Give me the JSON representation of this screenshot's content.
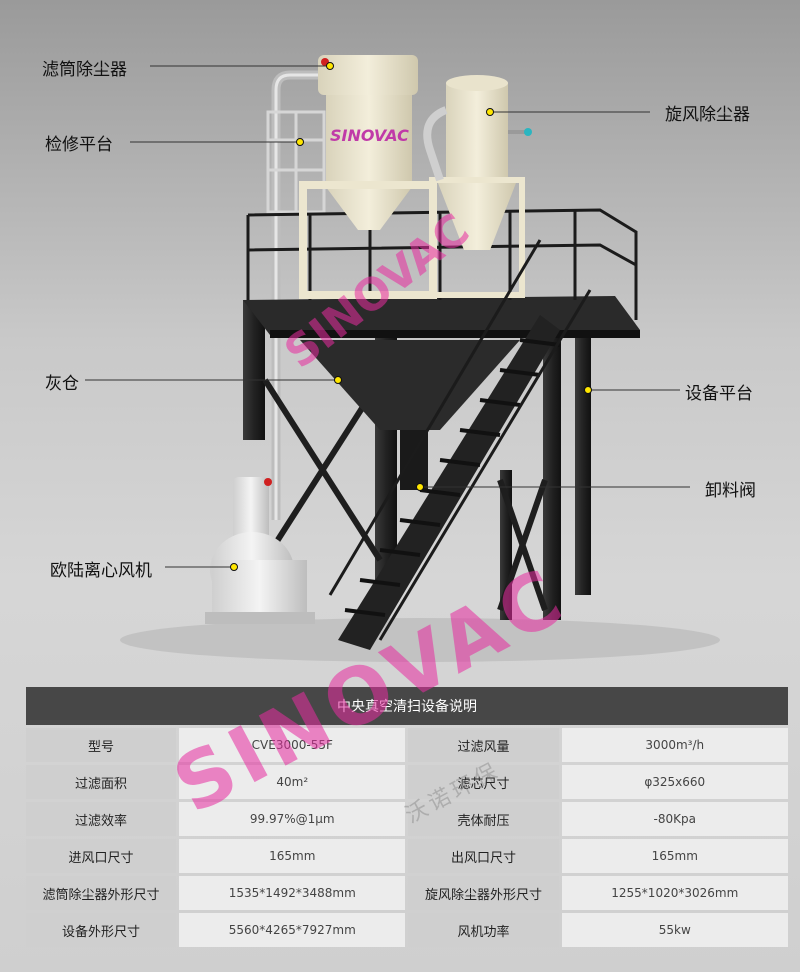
{
  "watermark": {
    "brand": "SINOVAC",
    "cn": "沃诺环保"
  },
  "equipment_brand": "SINOVAC",
  "callouts": {
    "cartridge_collector": "滤筒除尘器",
    "service_platform": "检修平台",
    "cyclone_collector": "旋风除尘器",
    "ash_hopper": "灰仓",
    "equipment_platform": "设备平台",
    "discharge_valve": "卸料阀",
    "centrifugal_fan": "欧陆离心风机"
  },
  "table": {
    "title": "中央真空清扫设备说明",
    "rows": [
      {
        "label1": "型号",
        "value1": "CVE3000-55F",
        "label2": "过滤风量",
        "value2": "3000m³/h"
      },
      {
        "label1": "过滤面积",
        "value1": "40m²",
        "label2": "滤芯尺寸",
        "value2": "φ325x660"
      },
      {
        "label1": "过滤效率",
        "value1": "99.97%@1μm",
        "label2": "壳体耐压",
        "value2": "-80Kpa"
      },
      {
        "label1": "进风口尺寸",
        "value1": "165mm",
        "label2": "出风口尺寸",
        "value2": "165mm"
      },
      {
        "label1": "滤筒除尘器外形尺寸",
        "value1": "1535*1492*3488mm",
        "label2": "旋风除尘器外形尺寸",
        "value2": "1255*1020*3026mm"
      },
      {
        "label1": "设备外形尺寸",
        "value1": "5560*4265*7927mm",
        "label2": "风机功率",
        "value2": "55kw"
      }
    ]
  },
  "colors": {
    "steel": "#1f1f1f",
    "cream": "#ece6cf",
    "watermark": "#e82ca0",
    "header": "#474747"
  }
}
